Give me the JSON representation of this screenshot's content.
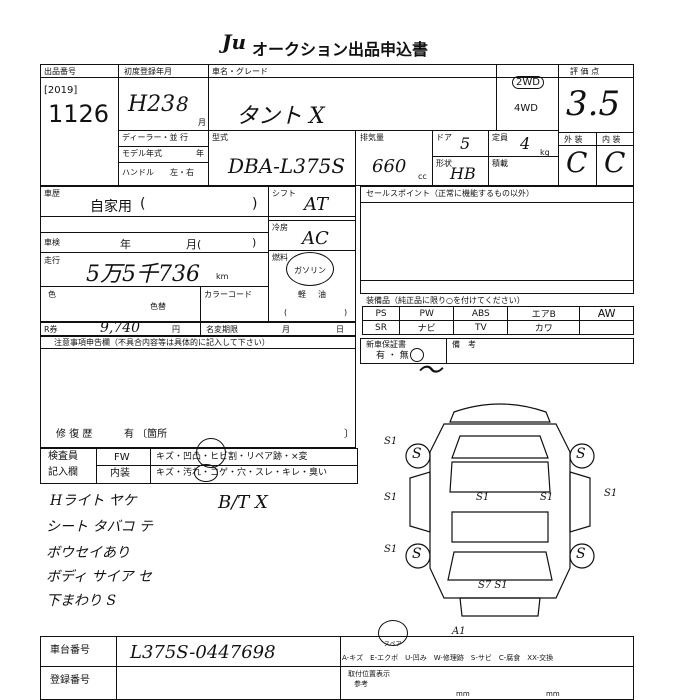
{
  "header": {
    "logo": "Ju",
    "title": "オークション出品申込書"
  },
  "top": {
    "lot_label": "出品番号",
    "year_code": "[2019]",
    "lot_number": "1126",
    "first_reg_label": "初度登録年月",
    "first_reg_value": "H23",
    "first_reg_month": "8",
    "month_mark": "月",
    "dealer_label": "ディーラー・並 行",
    "model_year_label": "モデル年式",
    "model_year_unit": "年",
    "handle_label": "ハンドル",
    "handle_options": "左・右",
    "car_name_label": "車名・グレード",
    "car_name_value": "タント X",
    "type_label": "型式",
    "type_value": "DBA-L375S",
    "displacement_label": "排気量",
    "displacement_value": "660",
    "cc_unit": "cc",
    "door_label": "ドア",
    "door_value": "5",
    "capacity_label": "定員",
    "capacity_value": "4",
    "shape_label": "形状",
    "shape_value": "HB",
    "load_label": "積載",
    "kg_unit": "kg",
    "drive_2wd": "2WD",
    "drive_4wd": "4WD",
    "score_label": "評 価 点",
    "score_value": "3.5",
    "exterior_label": "外 装",
    "interior_label": "内 装",
    "exterior_grade": "C",
    "interior_grade": "C"
  },
  "history": {
    "history_label": "車歴",
    "history_value": "自家用",
    "history_paren": "(",
    "history_paren_close": ")",
    "shaken_label": "車検",
    "shaken_year": "年",
    "shaken_month": "月(",
    "shaken_close": ")",
    "mileage_label": "走行",
    "mileage_value": "5万5千736",
    "km_unit": "km",
    "color_label": "色",
    "color_change_label": "色替",
    "color_code_label": "カラーコード",
    "shift_label": "シフト",
    "shift_value": "AT",
    "ac_label": "冷房",
    "ac_value": "AC",
    "fuel_label": "燃料",
    "fuel_gasoline": "ガソリン",
    "fuel_light_oil": "軽",
    "fuel_oil": "油",
    "fuel_paren": "(",
    "fuel_paren_close": ")",
    "recycle_label": "R券",
    "recycle_value": "9,740",
    "recycle_unit": "円",
    "name_change_label": "名変期限",
    "name_change_month": "月",
    "name_change_day": "日"
  },
  "sales": {
    "sales_point_label": "セールスポイント（正常に機能するもの以外）",
    "equipment_label": "装備品（純正品に限り○を付けてください）",
    "equipment_row1": [
      "PS",
      "PW",
      "ABS",
      "エアB",
      "AW"
    ],
    "equipment_row2": [
      "SR",
      "ナビ",
      "TV",
      "カワ",
      ""
    ],
    "new_car_warranty_label": "新車保証書",
    "warranty_options": "有 ・ 無",
    "remarks_label": "備　考",
    "spare_label": "スペア"
  },
  "notes": {
    "notes_label": "注意事項申告欄（不具合内容等は具体的に記入して下さい）",
    "repair_label": "修 復 歴",
    "repair_value": "有 〔箇所",
    "repair_close": "〕",
    "inspection_label": "検査員",
    "entry_label": "記入欄",
    "fw_label": "FW",
    "fw_options": "キズ・凹凸・ヒビ割・リペア跡・×変",
    "interior_label": "内装",
    "interior_options": "キズ・汚れ・コゲ・穴・スレ・キレ・臭い",
    "fw_check": "凹凸",
    "int_check": "汚れ",
    "handwritten_interior": "B/T X",
    "handwritten_lines": [
      "Hライト ヤケ",
      "シート タバコ テ",
      "ボウセイあり",
      "ボディ サイア セ",
      "下まわり S"
    ]
  },
  "diagram": {
    "marks": [
      "S1",
      "S1",
      "S1",
      "S1",
      "S1",
      "S1",
      "S7 S1",
      "A1"
    ],
    "wheel_marks": [
      "S",
      "S",
      "S",
      "S"
    ]
  },
  "footer": {
    "chassis_label": "車台番号",
    "chassis_value": "L375S-0447698",
    "reg_label": "登録番号",
    "legend": "A-キズ　E-エクボ　U-凹み　W-修理跡　S-サビ　C-腐食　XX-交換",
    "ref_label1": "取付位置表示",
    "ref_label2": "参考",
    "ref_unit": "mm"
  }
}
